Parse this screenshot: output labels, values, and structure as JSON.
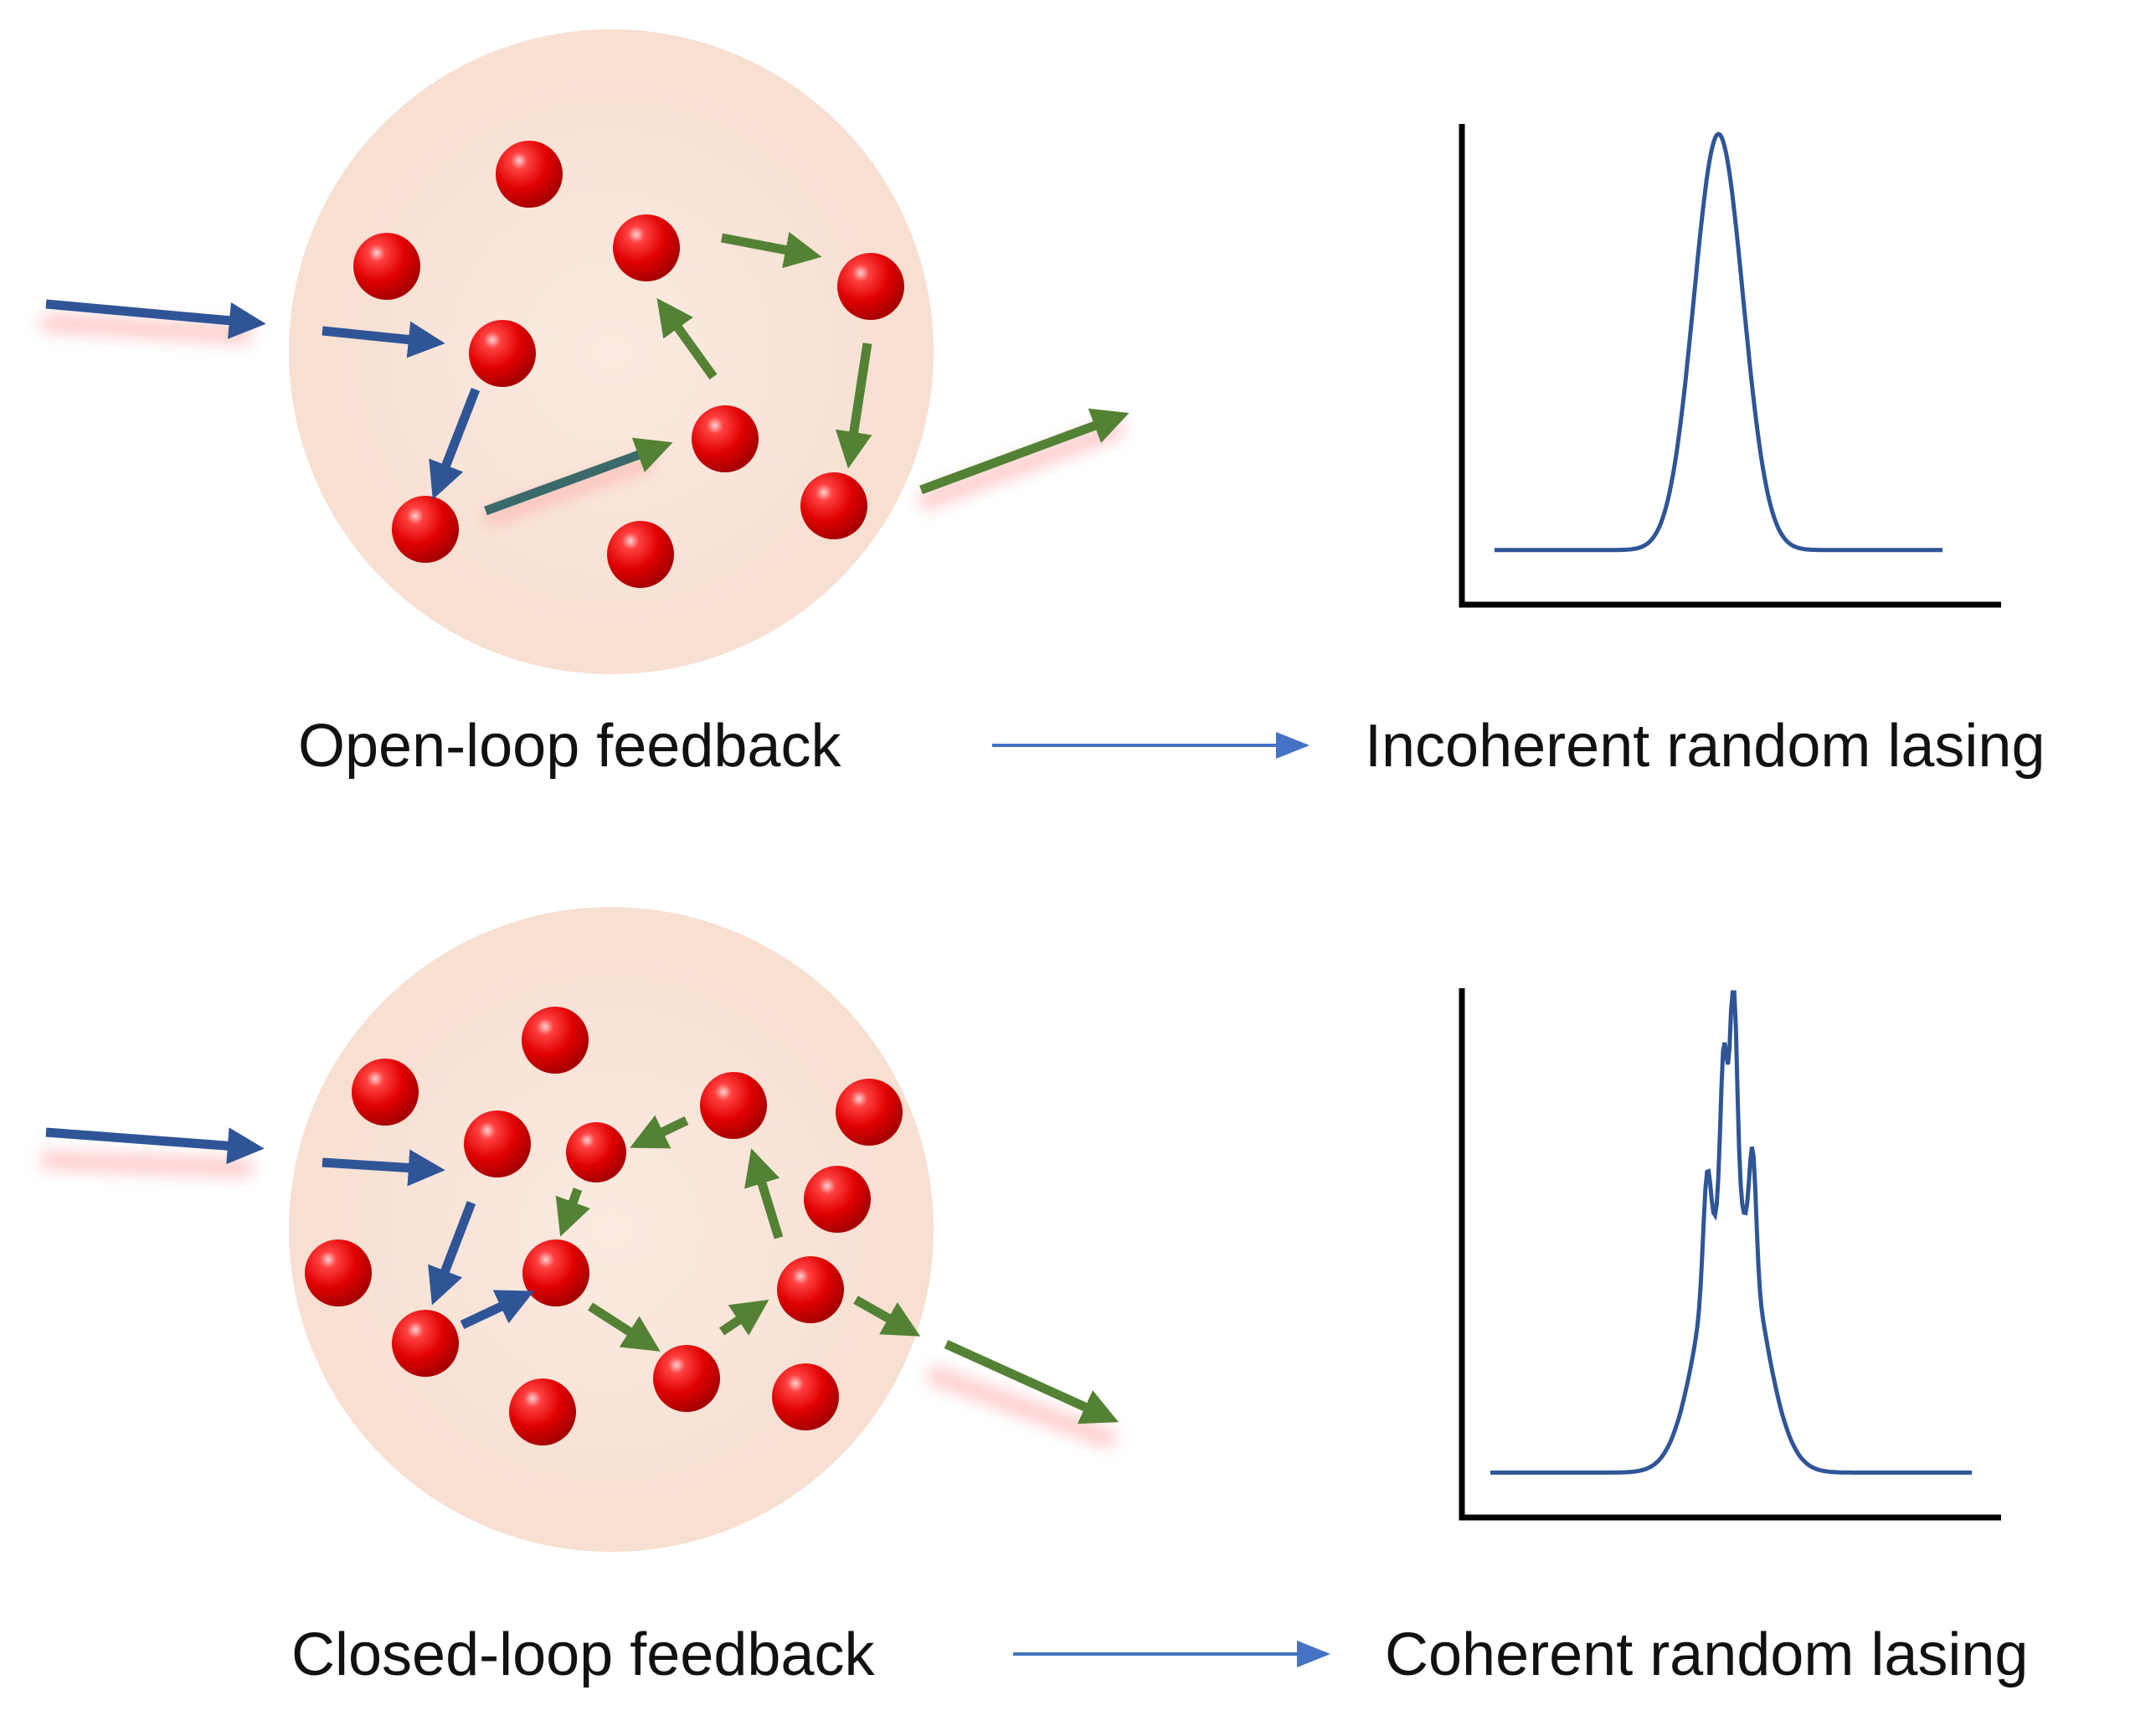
{
  "colors": {
    "background": "#ffffff",
    "medium_fill": "#f9e4d8",
    "particle": "#e81010",
    "pump_arrow": "#2f5597",
    "feedback_arrow": "#548235",
    "spectrum_line": "#2f5597",
    "flow_arrow": "#4472c4",
    "glow": "#ff9a9a"
  },
  "panels": [
    {
      "id": "open",
      "feedback_label": "Open-loop feedback",
      "result_label": "Incoherent random lasing",
      "spectrum": {
        "type": "line",
        "peak_shape": "single smooth peak",
        "baseline": 0.08,
        "peaks": [
          {
            "center": 0.5,
            "height": 0.92,
            "width": 0.055
          }
        ]
      }
    },
    {
      "id": "closed",
      "feedback_label": "Closed-loop feedback",
      "result_label": "Coherent random lasing",
      "spectrum": {
        "type": "line",
        "peak_shape": "multiple narrow spikes on broad peak",
        "baseline": 0.06,
        "peaks": [
          {
            "center": 0.5,
            "height": 0.55,
            "width": 0.06
          },
          {
            "center": 0.45,
            "height": 0.2,
            "width": 0.008
          },
          {
            "center": 0.485,
            "height": 0.3,
            "width": 0.007
          },
          {
            "center": 0.505,
            "height": 0.42,
            "width": 0.007
          },
          {
            "center": 0.545,
            "height": 0.22,
            "width": 0.007
          }
        ]
      }
    }
  ]
}
